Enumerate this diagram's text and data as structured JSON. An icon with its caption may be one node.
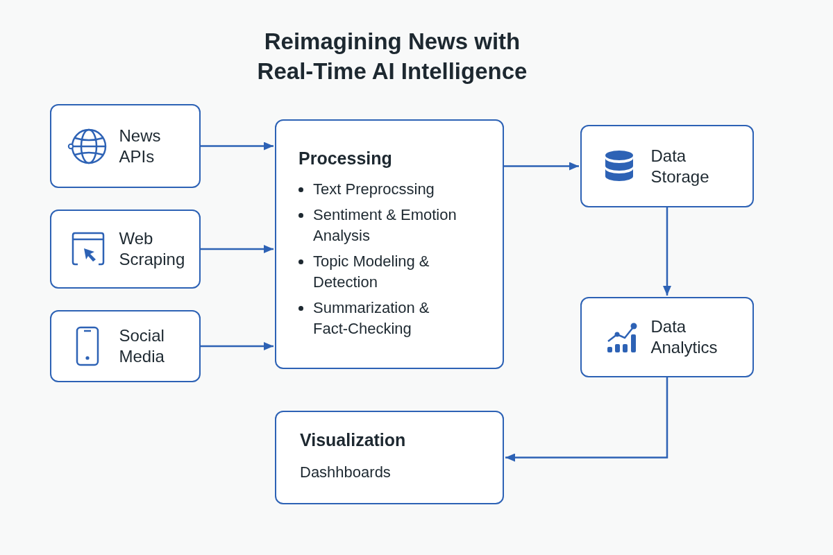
{
  "diagram": {
    "title": "Reimagining News with Real-Time AI Intelligence",
    "nodes": [
      {
        "text": [
          "News APIs"
        ]
      },
      {
        "text": [
          "Web Scraping"
        ]
      },
      {
        "text": [
          "Social Media"
        ]
      },
      {
        "text": [
          "Processing",
          "Text Preprocssing",
          "Sentiment & Emotion Analysis",
          "Topic Modeling & Detection",
          "Summarization & Fact-Checking"
        ]
      },
      {
        "text": [
          "Data Storage"
        ]
      },
      {
        "text": [
          "Data Analytics"
        ]
      },
      {
        "text": [
          "Visualization",
          "Dashhboards"
        ]
      }
    ],
    "edges": [
      {
        "from": 0,
        "to": 3,
        "arrow": "to"
      },
      {
        "from": 1,
        "to": 3,
        "arrow": "to"
      },
      {
        "from": 2,
        "to": 3,
        "arrow": "to"
      },
      {
        "from": 3,
        "to": 4,
        "arrow": "to"
      },
      {
        "from": 4,
        "to": 5,
        "arrow": "to"
      },
      {
        "from": 5,
        "to": 6,
        "arrow": "to"
      }
    ]
  }
}
